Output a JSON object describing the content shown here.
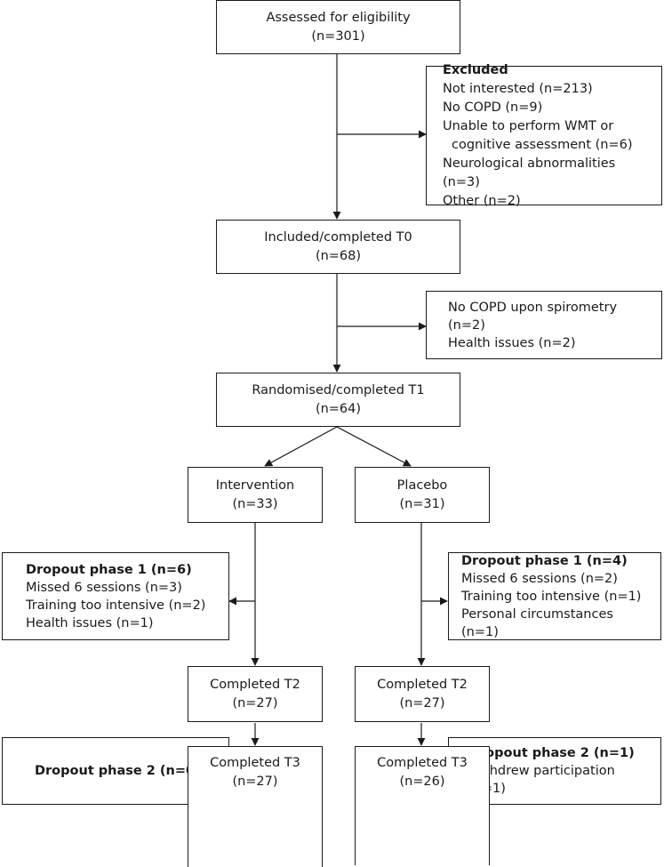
{
  "assessed": {
    "title": "Assessed for eligibility",
    "n": "(n=301)"
  },
  "excluded": {
    "title": "Excluded",
    "items": [
      "Not interested (n=213)",
      "No COPD (n=9)",
      "Unable to perform WMT or",
      "cognitive assessment (n=6)",
      "Neurological abnormalities (n=3)",
      "Other (n=2)"
    ]
  },
  "included": {
    "title": "Included/completed T0",
    "n": "(n=68)"
  },
  "excluded2": {
    "items": [
      "No COPD upon spirometry (n=2)",
      "Health issues (n=2)"
    ]
  },
  "randomised": {
    "title": "Randomised/completed T1",
    "n": "(n=64)"
  },
  "intervention": {
    "title": "Intervention",
    "n": "(n=33)"
  },
  "placebo": {
    "title": "Placebo",
    "n": "(n=31)"
  },
  "dropout1_int": {
    "title": "Dropout phase 1 (n=6)",
    "items": [
      "Missed 6 sessions (n=3)",
      "Training too intensive (n=2)",
      "Health issues (n=1)"
    ]
  },
  "dropout1_plc": {
    "title": "Dropout phase 1 (n=4)",
    "items": [
      "Missed 6 sessions (n=2)",
      "Training too intensive (n=1)",
      "Personal circumstances (n=1)"
    ]
  },
  "t2_int": {
    "title": "Completed T2",
    "n": "(n=27)"
  },
  "t2_plc": {
    "title": "Completed T2",
    "n": "(n=27)"
  },
  "dropout2_int": {
    "title": "Dropout phase 2 (n=0)"
  },
  "dropout2_plc": {
    "title": "Dropout phase 2 (n=1)",
    "items": [
      "Withdrew participation (n=1)"
    ]
  },
  "t3_int": {
    "title": "Completed T3",
    "n": "(n=27)"
  },
  "t3_plc": {
    "title": "Completed T3",
    "n": "(n=26)"
  }
}
